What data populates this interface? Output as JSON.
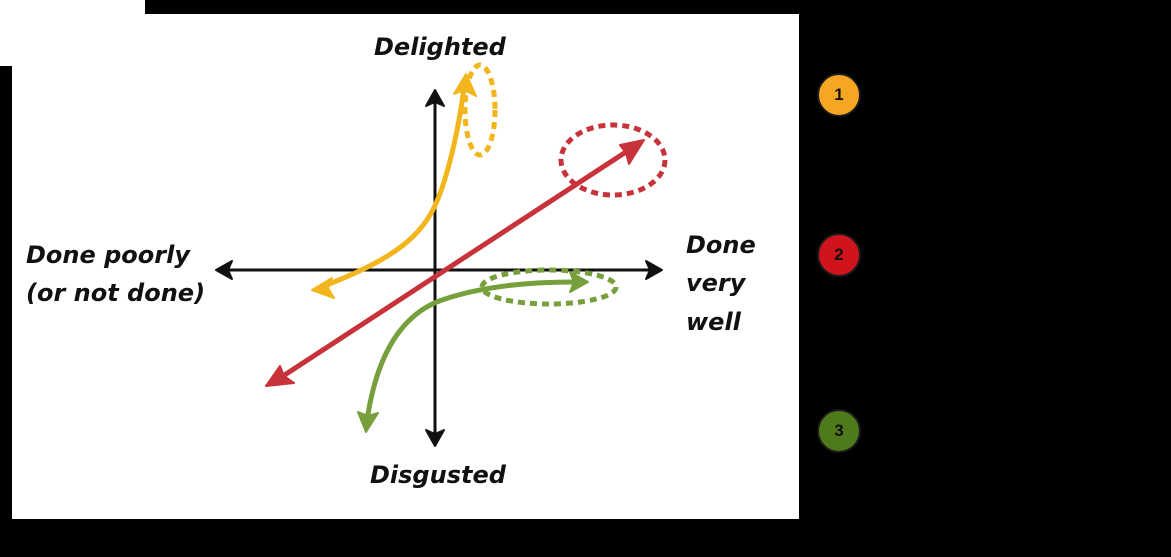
{
  "diagram": {
    "axis_top_label": "Delighted",
    "axis_bottom_label": "Disgusted",
    "axis_left_label_line1": "Done poorly",
    "axis_left_label_line2": "(or not done)",
    "axis_right_label_line1": "Done",
    "axis_right_label_line2": "very",
    "axis_right_label_line3": "well",
    "colors": {
      "axis": "#111111",
      "delighter_curve": "#F2B61C",
      "performance_line": "#C8323A",
      "basic_curve": "#779F3C"
    },
    "curves": [
      {
        "id": "delighter",
        "color_key": "delighter_curve",
        "highlight": "dotted-circle"
      },
      {
        "id": "performance",
        "color_key": "performance_line",
        "highlight": "dotted-circle"
      },
      {
        "id": "basic",
        "color_key": "basic_curve",
        "highlight": "dotted-ellipse"
      }
    ]
  },
  "badges": [
    {
      "number": "1",
      "color": "#F6A623"
    },
    {
      "number": "2",
      "color": "#D0141E"
    },
    {
      "number": "3",
      "color": "#4E7A1B"
    }
  ]
}
